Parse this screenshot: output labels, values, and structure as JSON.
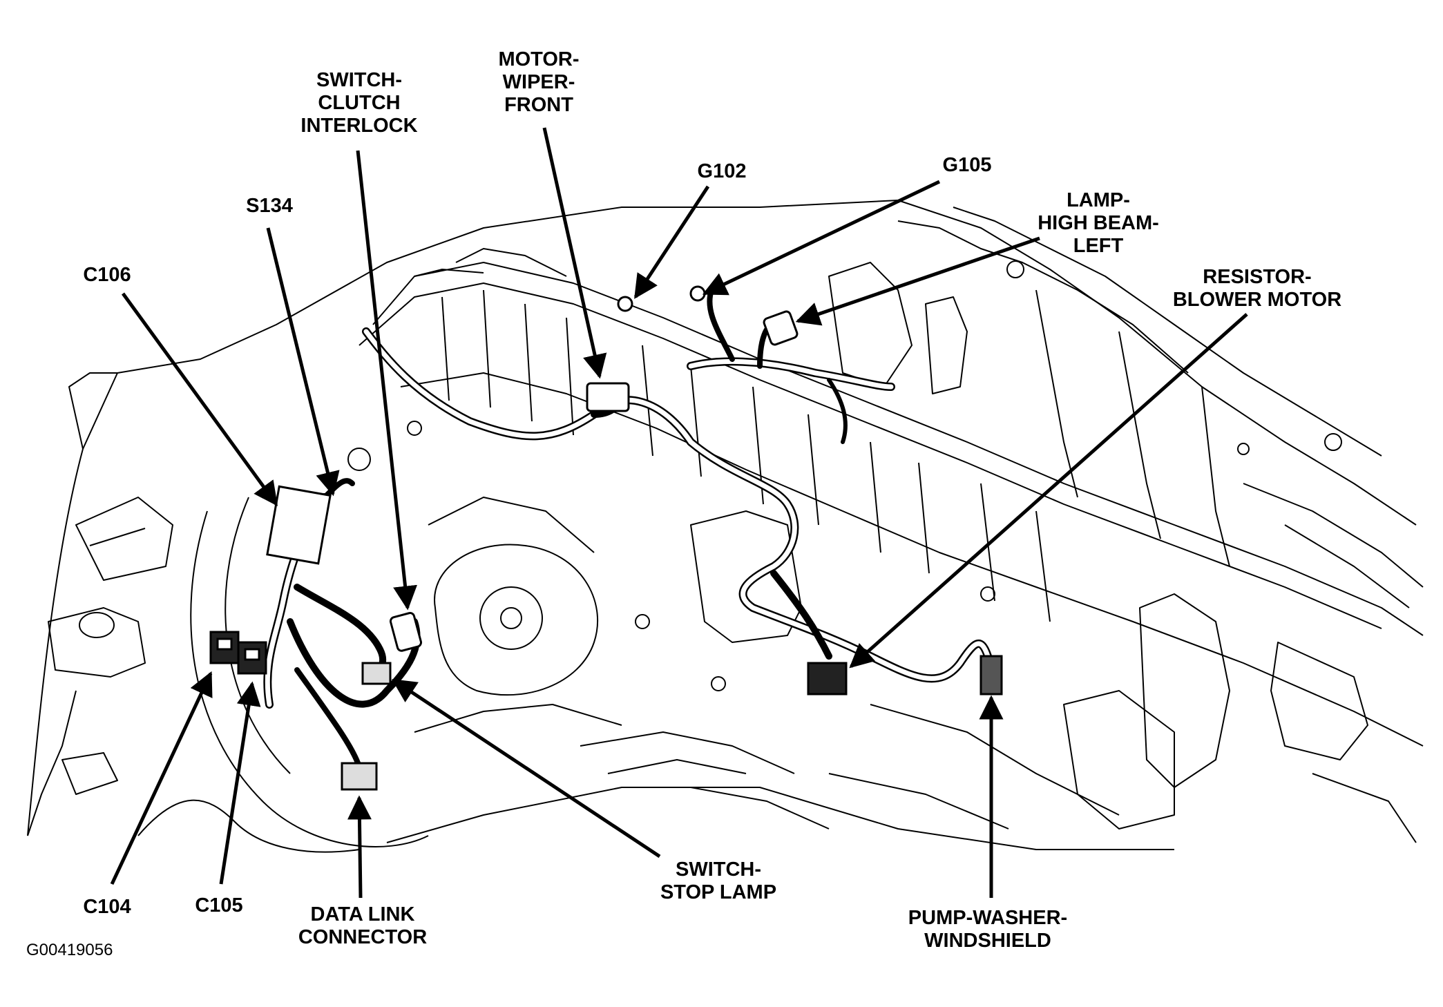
{
  "figure_id": "G00419056",
  "labels": {
    "switch_clutch_interlock": [
      "SWITCH-",
      "CLUTCH",
      "INTERLOCK"
    ],
    "motor_wiper_front": [
      "MOTOR-",
      "WIPER-",
      "FRONT"
    ],
    "g102": [
      "G102"
    ],
    "g105": [
      "G105"
    ],
    "lamp_high_beam_left": [
      "LAMP-",
      "HIGH BEAM-",
      "LEFT"
    ],
    "resistor_blower_motor": [
      "RESISTOR-",
      "BLOWER MOTOR"
    ],
    "s134": [
      "S134"
    ],
    "c106": [
      "C106"
    ],
    "c104": [
      "C104"
    ],
    "c105": [
      "C105"
    ],
    "data_link_connector": [
      "DATA LINK",
      "CONNECTOR"
    ],
    "switch_stop_lamp": [
      "SWITCH-",
      "STOP LAMP"
    ],
    "pump_washer_windshield": [
      "PUMP-WASHER-",
      "WINDSHIELD"
    ]
  }
}
